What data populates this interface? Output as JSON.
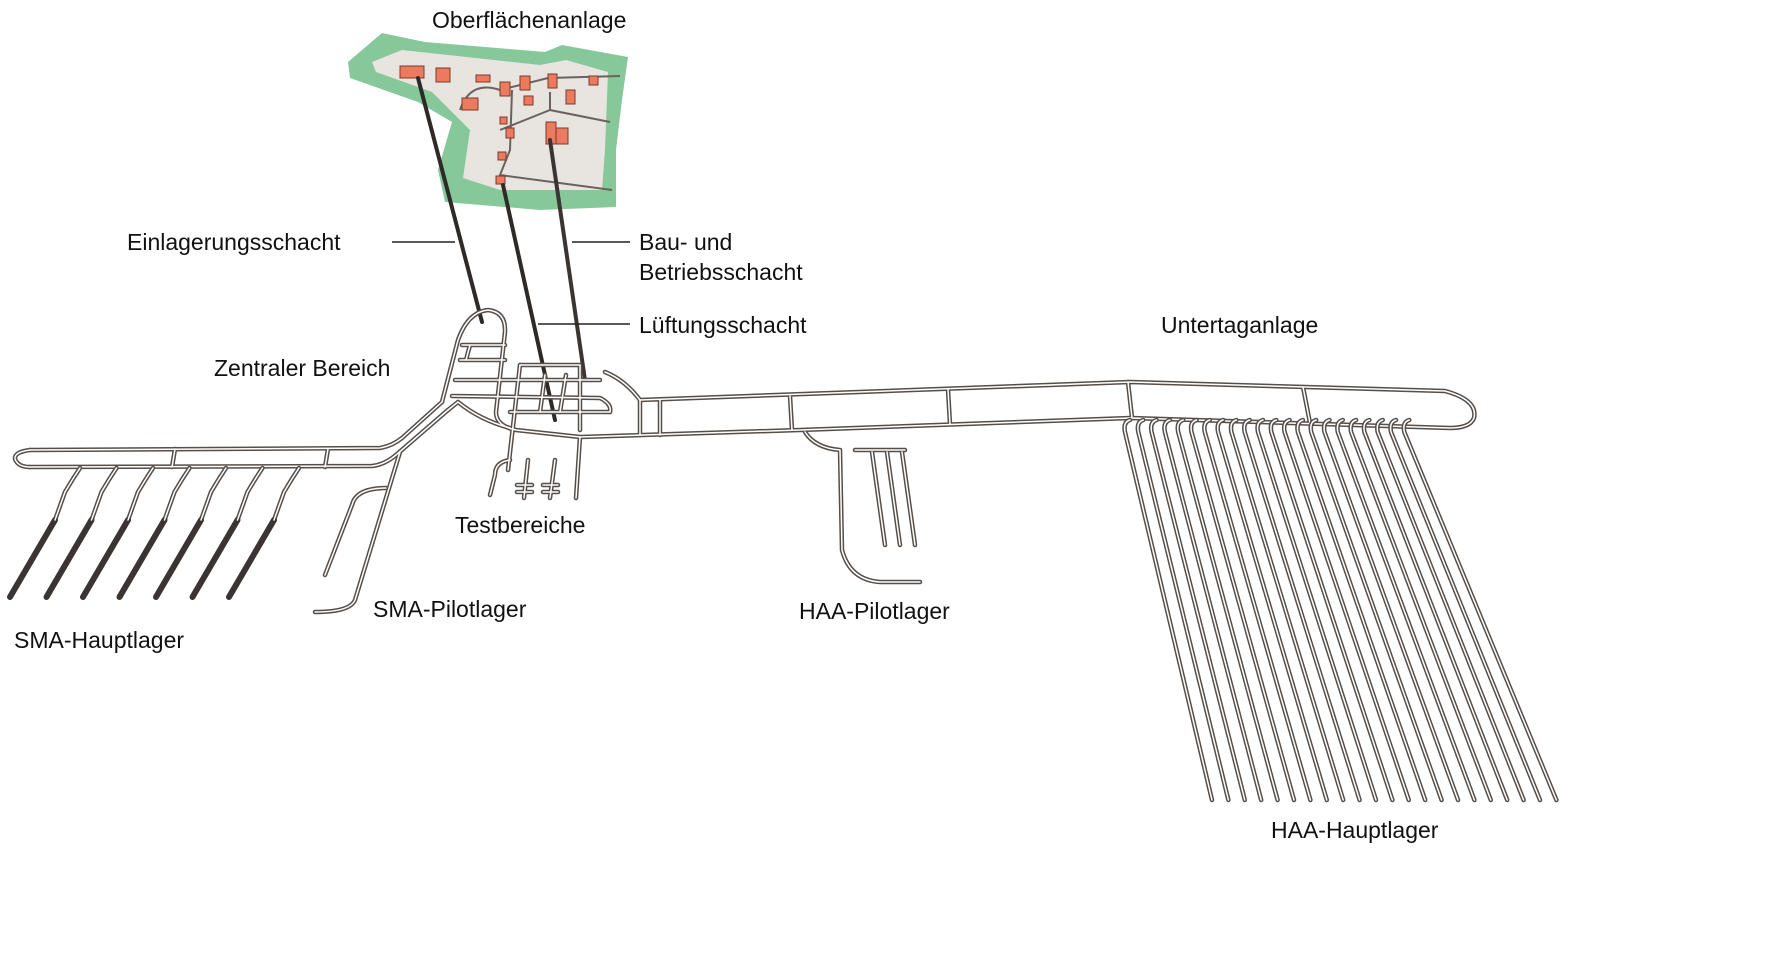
{
  "labels": {
    "surface": "Oberflächenanlage",
    "emplacement_shaft": "Einlagerungsschacht",
    "construction_shaft_1": "Bau- und",
    "construction_shaft_2": "Betriebsschacht",
    "ventilation_shaft": "Lüftungsschacht",
    "central_area": "Zentraler Bereich",
    "underground": "Untertaganlage",
    "test_areas": "Testbereiche",
    "sma_pilot": "SMA-Pilotlager",
    "haa_pilot": "HAA-Pilotlager",
    "sma_main": "SMA-Hauptlager",
    "haa_main": "HAA-Hauptlager"
  },
  "colors": {
    "tunnel": "#564e49",
    "green_zone": "#86c89a",
    "site_ground": "#e8e4df",
    "building": "#ec7a5f"
  },
  "haa_main_tunnel_count": 22,
  "sma_main_tunnel_count": 7
}
